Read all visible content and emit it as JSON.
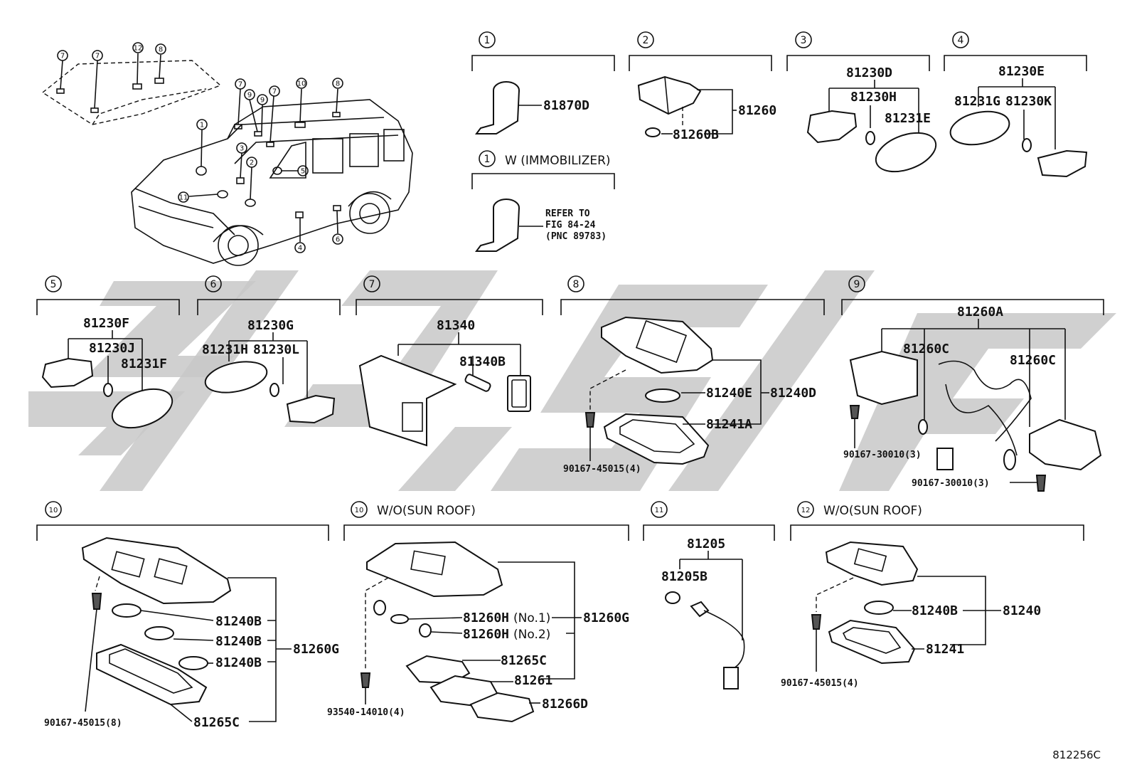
{
  "diagram_id": "812256C",
  "callouts": [
    {
      "num": "1",
      "note": ""
    },
    {
      "num": "1",
      "note": "W (IMMOBILIZER)"
    },
    {
      "num": "2",
      "note": ""
    },
    {
      "num": "3",
      "note": ""
    },
    {
      "num": "4",
      "note": ""
    },
    {
      "num": "5",
      "note": ""
    },
    {
      "num": "6",
      "note": ""
    },
    {
      "num": "7",
      "note": ""
    },
    {
      "num": "8",
      "note": ""
    },
    {
      "num": "9",
      "note": ""
    },
    {
      "num": "10",
      "note": ""
    },
    {
      "num": "10",
      "note": "W/O(SUN ROOF)"
    },
    {
      "num": "11",
      "note": ""
    },
    {
      "num": "12",
      "note": "W/O(SUN ROOF)"
    }
  ],
  "vehicle_callouts": [
    "7",
    "7",
    "12",
    "8",
    "7",
    "9",
    "9",
    "7",
    "10",
    "8",
    "1",
    "3",
    "2",
    "5",
    "11",
    "4",
    "6"
  ],
  "refer": {
    "line1": "REFER TO",
    "line2": "FIG 84-24",
    "line3": "(PNC 89783)"
  },
  "parts": {
    "p81870D": "81870D",
    "p81260": "81260",
    "p81260B": "81260B",
    "p81230D": "81230D",
    "p81230H": "81230H",
    "p81231E": "81231E",
    "p81230E": "81230E",
    "p81231G": "81231G",
    "p81230K": "81230K",
    "p81230F": "81230F",
    "p81230J": "81230J",
    "p81231F": "81231F",
    "p81230G": "81230G",
    "p81231H": "81231H",
    "p81230L": "81230L",
    "p81340": "81340",
    "p81340B": "81340B",
    "p81240E": "81240E",
    "p81240D": "81240D",
    "p81241A": "81241A",
    "p90167_45015_4a": "90167-45015(4)",
    "p81260A": "81260A",
    "p81260C_a": "81260C",
    "p81260C_b": "81260C",
    "p90167_30010_3a": "90167-30010(3)",
    "p90167_30010_3b": "90167-30010(3)",
    "p81240B_a": "81240B",
    "p81240B_b": "81240B",
    "p81240B_c": "81240B",
    "p81260G_a": "81260G",
    "p81265C_a": "81265C",
    "p90167_45015_8": "90167-45015(8)",
    "p81260H_1": "81260H",
    "p81260H_1_note": "(No.1)",
    "p81260H_2": "81260H",
    "p81260H_2_note": "(No.2)",
    "p81260G_b": "81260G",
    "p81265C_b": "81265C",
    "p81261": "81261",
    "p81266D": "81266D",
    "p93540_14010_4": "93540-14010(4)",
    "p81205": "81205",
    "p81205B": "81205B",
    "p81240B_d": "81240B",
    "p81240": "81240",
    "p81241": "81241",
    "p90167_45015_4b": "90167-45015(4)"
  }
}
